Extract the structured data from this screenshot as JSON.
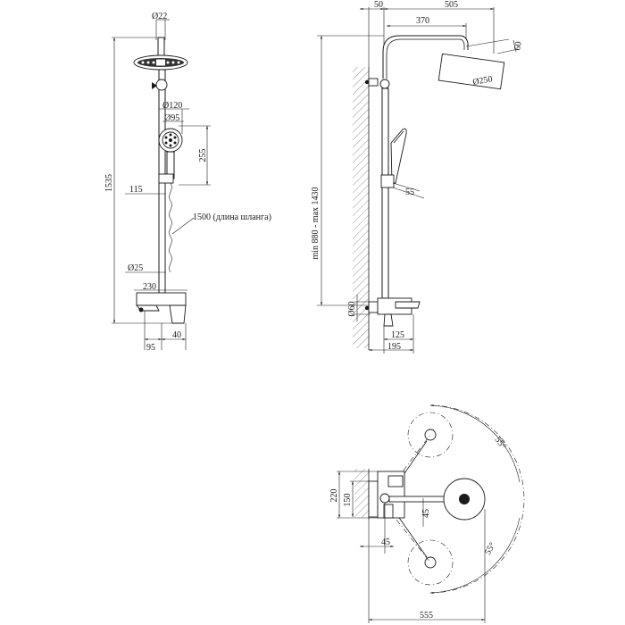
{
  "dims": {
    "d22": "Ø22",
    "d120": "Ø120",
    "d95": "Ø95",
    "d255": "255",
    "d1535": "1535",
    "d115": "115",
    "hose": "1500 (длина шланга)",
    "d25": "Ø25",
    "d230": "230",
    "d95b": "95",
    "d40": "40",
    "d50": "50",
    "d505": "505",
    "d370": "370",
    "d60": "60",
    "d250": "Ø250",
    "height_range": "min 880 - max 1430",
    "d55": "55",
    "d60b": "Ø60",
    "d125": "125",
    "d195": "195",
    "d220": "220",
    "d150": "150",
    "d45a": "45",
    "d45b": "45",
    "angle_top": "55°",
    "angle_bottom": "55°",
    "d555": "555"
  }
}
